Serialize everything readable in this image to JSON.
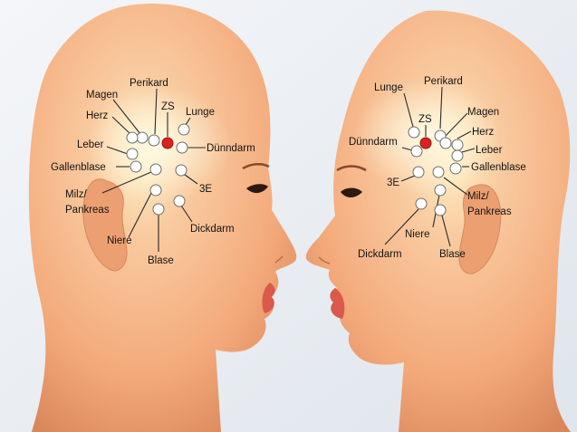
{
  "colors": {
    "skin_light": "#f9cba0",
    "skin_mid": "#f3a97a",
    "skin_dark": "#d9875a",
    "point_fill": "#ffffff",
    "point_stroke": "#6d6d6d",
    "point_highlight": "#d8241f",
    "leader_line": "#2a2a2a",
    "background": "#eef2f6"
  },
  "left_head": {
    "labels": {
      "perikard": "Perikard",
      "magen": "Magen",
      "zs": "ZS",
      "lunge": "Lunge",
      "herz": "Herz",
      "leber": "Leber",
      "duenndarm": "Dünndarm",
      "gallenblase": "Gallenblase",
      "drei_e": "3E",
      "milz": "Milz/",
      "pankreas": "Pankreas",
      "dickdarm": "Dickdarm",
      "niere": "Niere",
      "blase": "Blase"
    }
  },
  "right_head": {
    "labels": {
      "lunge": "Lunge",
      "perikard": "Perikard",
      "zs": "ZS",
      "magen": "Magen",
      "duenndarm": "Dünndarm",
      "herz": "Herz",
      "leber": "Leber",
      "drei_e": "3E",
      "gallenblase": "Gallenblase",
      "milz": "Milz/",
      "pankreas": "Pankreas",
      "niere": "Niere",
      "dickdarm": "Dickdarm",
      "blase": "Blase"
    }
  }
}
